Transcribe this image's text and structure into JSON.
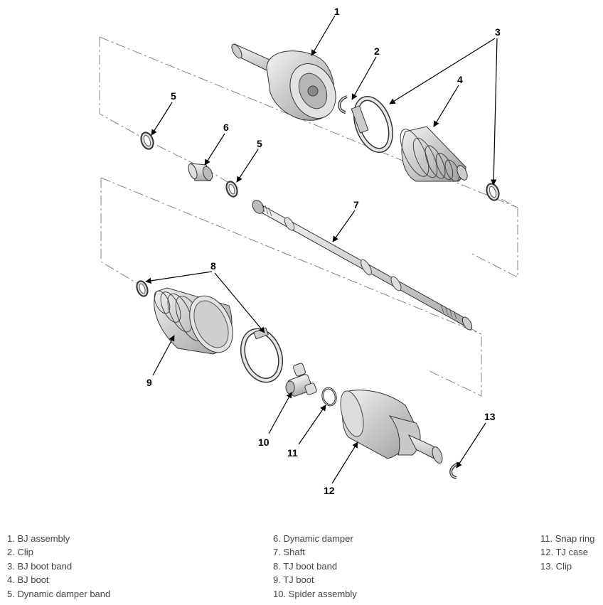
{
  "callouts": [
    "1",
    "2",
    "3",
    "4",
    "5",
    "6",
    "5",
    "7",
    "8",
    "9",
    "10",
    "11",
    "12",
    "13"
  ],
  "legend": {
    "columns": [
      [
        "1. BJ assembly",
        "2. Clip",
        "3. BJ boot band",
        "4. BJ boot",
        "5. Dynamic damper band"
      ],
      [
        "6. Dynamic damper",
        "7. Shaft",
        "8. TJ boot band",
        "9. TJ boot",
        "10. Spider assembly"
      ],
      [
        "11. Snap ring",
        "12. TJ case",
        "13. Clip"
      ]
    ]
  }
}
